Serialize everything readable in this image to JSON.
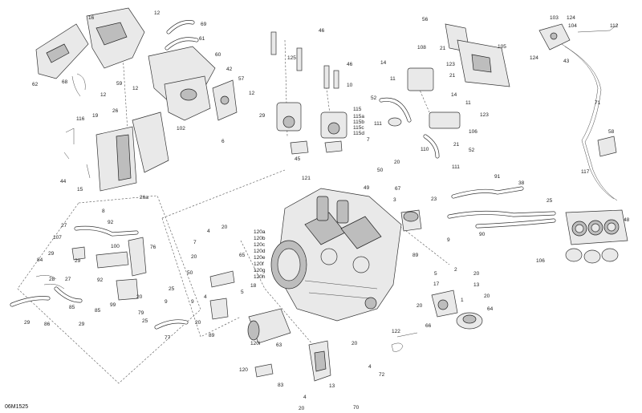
{
  "diagram_code": "06M1525",
  "callouts": [
    {
      "id": "c1",
      "text": "16"
    },
    {
      "id": "c2",
      "text": "12"
    },
    {
      "id": "c3",
      "text": "69"
    },
    {
      "id": "c4",
      "text": "61"
    },
    {
      "id": "c5",
      "text": "60"
    },
    {
      "id": "c6",
      "text": "42"
    },
    {
      "id": "c7",
      "text": "57"
    },
    {
      "id": "c8",
      "text": "12"
    },
    {
      "id": "c9",
      "text": "62"
    },
    {
      "id": "c10",
      "text": "68"
    },
    {
      "id": "c11",
      "text": "12"
    },
    {
      "id": "c12",
      "text": "59"
    },
    {
      "id": "c13",
      "text": "12"
    },
    {
      "id": "c14",
      "text": "26"
    },
    {
      "id": "c15",
      "text": "116"
    },
    {
      "id": "c16",
      "text": "19"
    },
    {
      "id": "c17",
      "text": "102"
    },
    {
      "id": "c18",
      "text": "44"
    },
    {
      "id": "c19",
      "text": "15"
    },
    {
      "id": "c20",
      "text": "26a"
    },
    {
      "id": "c21",
      "text": "6"
    },
    {
      "id": "c22",
      "text": "46"
    },
    {
      "id": "c23",
      "text": "125"
    },
    {
      "id": "c24",
      "text": "46"
    },
    {
      "id": "c25",
      "text": "10"
    },
    {
      "id": "c26",
      "text": "29"
    },
    {
      "id": "c27",
      "text": "115"
    },
    {
      "id": "c28",
      "text": "115a"
    },
    {
      "id": "c29",
      "text": "115b"
    },
    {
      "id": "c30",
      "text": "115c"
    },
    {
      "id": "c31",
      "text": "115d"
    },
    {
      "id": "c32",
      "text": "45"
    },
    {
      "id": "c33",
      "text": "56"
    },
    {
      "id": "c34",
      "text": "108"
    },
    {
      "id": "c35",
      "text": "21"
    },
    {
      "id": "c36",
      "text": "123"
    },
    {
      "id": "c37",
      "text": "105"
    },
    {
      "id": "c38",
      "text": "14"
    },
    {
      "id": "c39",
      "text": "52"
    },
    {
      "id": "c40",
      "text": "11"
    },
    {
      "id": "c41",
      "text": "21"
    },
    {
      "id": "c42",
      "text": "14"
    },
    {
      "id": "c43",
      "text": "11"
    },
    {
      "id": "c44",
      "text": "123"
    },
    {
      "id": "c45",
      "text": "111"
    },
    {
      "id": "c46",
      "text": "106"
    },
    {
      "id": "c47",
      "text": "21"
    },
    {
      "id": "c48",
      "text": "52"
    },
    {
      "id": "c49",
      "text": "103"
    },
    {
      "id": "c50",
      "text": "124"
    },
    {
      "id": "c51",
      "text": "104"
    },
    {
      "id": "c52",
      "text": "112"
    },
    {
      "id": "c53",
      "text": "124"
    },
    {
      "id": "c54",
      "text": "43"
    },
    {
      "id": "c55",
      "text": "71"
    },
    {
      "id": "c56",
      "text": "58"
    },
    {
      "id": "c57",
      "text": "117"
    },
    {
      "id": "c58",
      "text": "7"
    },
    {
      "id": "c59",
      "text": "110"
    },
    {
      "id": "c60",
      "text": "20"
    },
    {
      "id": "c61",
      "text": "50"
    },
    {
      "id": "c62",
      "text": "111"
    },
    {
      "id": "c63",
      "text": "121"
    },
    {
      "id": "c64",
      "text": "49"
    },
    {
      "id": "c65",
      "text": "67"
    },
    {
      "id": "c66",
      "text": "3"
    },
    {
      "id": "c67",
      "text": "91"
    },
    {
      "id": "c68",
      "text": "38"
    },
    {
      "id": "c69",
      "text": "23"
    },
    {
      "id": "c70",
      "text": "90"
    },
    {
      "id": "c71",
      "text": "25"
    },
    {
      "id": "c72",
      "text": "48"
    },
    {
      "id": "c73",
      "text": "9"
    },
    {
      "id": "c74",
      "text": "89"
    },
    {
      "id": "c75",
      "text": "106"
    },
    {
      "id": "c76",
      "text": "8"
    },
    {
      "id": "c77",
      "text": "92"
    },
    {
      "id": "c78",
      "text": "27"
    },
    {
      "id": "c79",
      "text": "107"
    },
    {
      "id": "c80",
      "text": "100"
    },
    {
      "id": "c81",
      "text": "76"
    },
    {
      "id": "c82",
      "text": "84"
    },
    {
      "id": "c83",
      "text": "29"
    },
    {
      "id": "c84",
      "text": "28"
    },
    {
      "id": "c85",
      "text": "27"
    },
    {
      "id": "c86",
      "text": "92"
    },
    {
      "id": "c87",
      "text": "25"
    },
    {
      "id": "c88",
      "text": "99"
    },
    {
      "id": "c89",
      "text": "79"
    },
    {
      "id": "c90",
      "text": "25"
    },
    {
      "id": "c91",
      "text": "29"
    },
    {
      "id": "c92",
      "text": "86"
    },
    {
      "id": "c93",
      "text": "85"
    },
    {
      "id": "c94",
      "text": "29"
    },
    {
      "id": "c95",
      "text": "85"
    },
    {
      "id": "c96",
      "text": "77"
    },
    {
      "id": "c97",
      "text": "7"
    },
    {
      "id": "c98",
      "text": "4"
    },
    {
      "id": "c99",
      "text": "20"
    },
    {
      "id": "c100",
      "text": "20"
    },
    {
      "id": "c101",
      "text": "65"
    },
    {
      "id": "c102",
      "text": "50"
    },
    {
      "id": "c103",
      "text": "9"
    },
    {
      "id": "c104",
      "text": "4"
    },
    {
      "id": "c105",
      "text": "20"
    },
    {
      "id": "c106",
      "text": "89"
    },
    {
      "id": "c107",
      "text": "5"
    },
    {
      "id": "c108",
      "text": "18"
    },
    {
      "id": "c109",
      "text": "120a"
    },
    {
      "id": "c110",
      "text": "120b"
    },
    {
      "id": "c111",
      "text": "120c"
    },
    {
      "id": "c112",
      "text": "120d"
    },
    {
      "id": "c113",
      "text": "120e"
    },
    {
      "id": "c114",
      "text": "120f"
    },
    {
      "id": "c115",
      "text": "120g"
    },
    {
      "id": "c116",
      "text": "120h"
    },
    {
      "id": "c117",
      "text": "120i"
    },
    {
      "id": "c118",
      "text": "120"
    },
    {
      "id": "c119",
      "text": "63"
    },
    {
      "id": "c120",
      "text": "20"
    },
    {
      "id": "c121",
      "text": "13"
    },
    {
      "id": "c122",
      "text": "83"
    },
    {
      "id": "c123",
      "text": "4"
    },
    {
      "id": "c124",
      "text": "20"
    },
    {
      "id": "c125",
      "text": "4"
    },
    {
      "id": "c126",
      "text": "70"
    },
    {
      "id": "c127",
      "text": "72"
    },
    {
      "id": "c128",
      "text": "2"
    },
    {
      "id": "c129",
      "text": "5"
    },
    {
      "id": "c130",
      "text": "17"
    },
    {
      "id": "c131",
      "text": "20"
    },
    {
      "id": "c132",
      "text": "13"
    },
    {
      "id": "c133",
      "text": "20"
    },
    {
      "id": "c134",
      "text": "1"
    },
    {
      "id": "c135",
      "text": "20"
    },
    {
      "id": "c136",
      "text": "66"
    },
    {
      "id": "c137",
      "text": "64"
    },
    {
      "id": "c138",
      "text": "122"
    },
    {
      "id": "c139",
      "text": "20"
    },
    {
      "id": "c140",
      "text": "9"
    },
    {
      "id": "c141",
      "text": "29"
    }
  ]
}
